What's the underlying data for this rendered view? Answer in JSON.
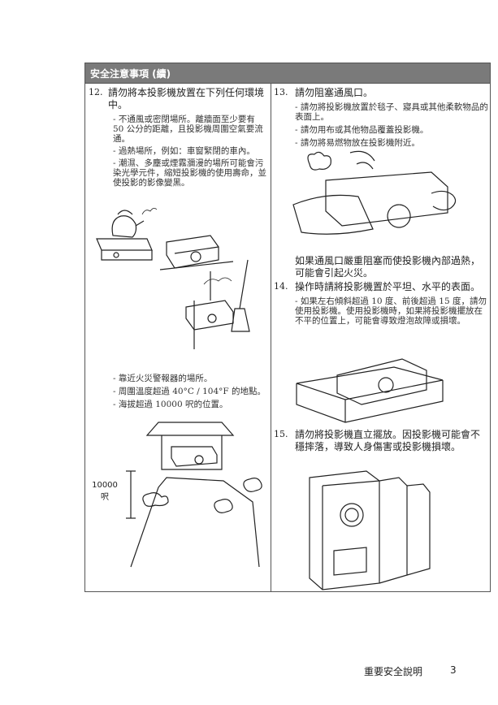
{
  "header": {
    "title": "安全注意事項 (續)"
  },
  "left": {
    "item12": {
      "number": "12.",
      "text": "請勿將本投影機放置在下列任何環境中。",
      "bullets": [
        "- 不通風或密閉場所。離牆面至少要有 50 公分的距離，且投影機周圍空氣要流通。",
        "- 過熱場所，例如：車窗緊閉的車內。",
        "- 潮濕、多塵或煙霧瀰漫的場所可能會污染光學元件，縮短投影機的使用壽命，並使投影的影像變黑。"
      ],
      "bullets2": [
        "- 靠近火災警報器的場所。",
        "- 周圍溫度超過 40°C / 104°F 的地點。",
        "- 海拔超過 10000 呎的位置。"
      ]
    },
    "altitude": {
      "value": "10000",
      "unit": "呎"
    }
  },
  "right": {
    "item13": {
      "number": "13.",
      "text": "請勿阻塞通風口。",
      "bullets": [
        "- 請勿將投影機放置於毯子、寢具或其他柔軟物品的表面上。",
        "- 請勿用布或其他物品覆蓋投影機。",
        "- 請勿將易燃物放在投影機附近。"
      ],
      "warning": "如果通風口嚴重阻塞而使投影機內部過熱，可能會引起火災。"
    },
    "item14": {
      "number": "14.",
      "text": "操作時請將投影機置於平坦、水平的表面。",
      "bullets": [
        "- 如果左右傾斜超過 10 度、前後超過 15 度，請勿使用投影機。使用投影機時，如果將投影機擺放在不平的位置上，可能會導致燈泡故障或損壞。"
      ]
    },
    "item15": {
      "number": "15.",
      "text": "請勿將投影機直立擺放。因投影機可能會不穩摔落，導致人身傷害或投影機損壞。"
    }
  },
  "footer": {
    "title": "重要安全說明",
    "page": "3"
  }
}
